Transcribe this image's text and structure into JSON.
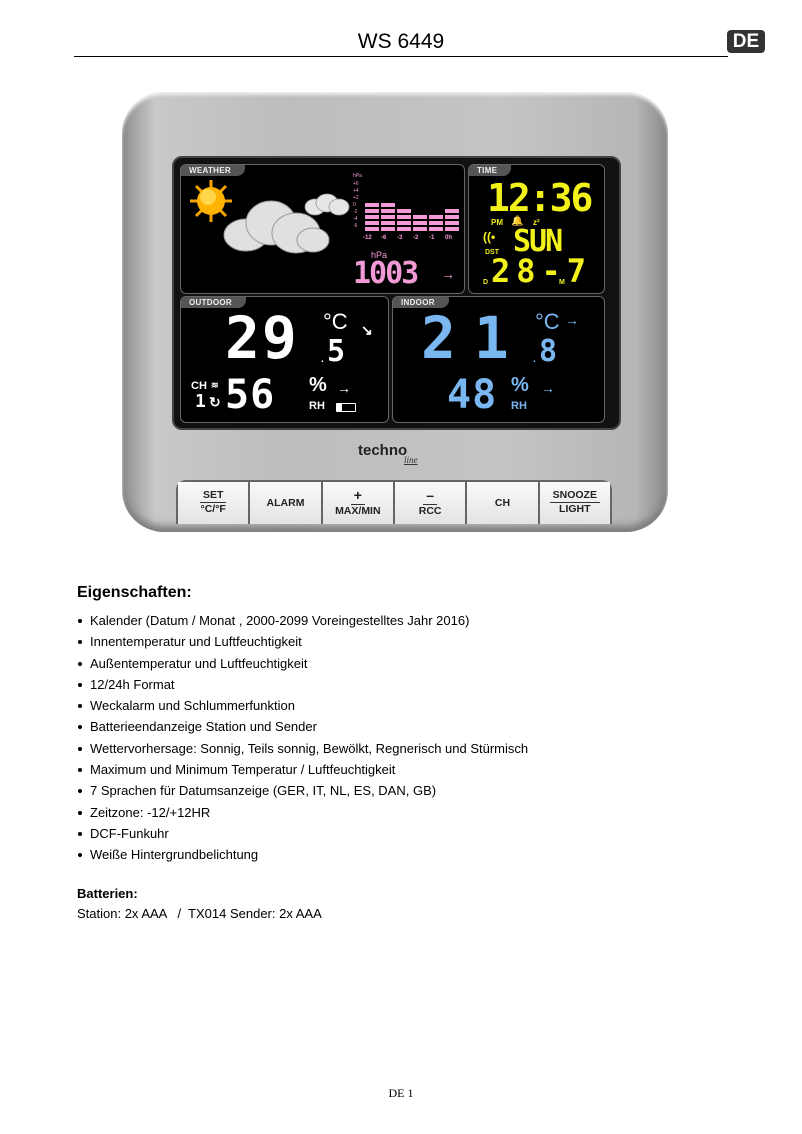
{
  "header": {
    "title": "WS 6449",
    "language_badge": "DE"
  },
  "device": {
    "brand": "techno",
    "brand_sub": "line",
    "weather": {
      "tab": "WEATHER",
      "forecast_icon": "partly-sunny-icon",
      "pressure_unit": "hPa",
      "pressure_value": "1003",
      "pressure_trend": "→",
      "history_graph": {
        "y_labels": [
          "hPa",
          "+6",
          "+4",
          "+2",
          "0",
          "-2",
          "-4",
          "-6"
        ],
        "x_labels": [
          "-12",
          "-6",
          "-3",
          "-2",
          "-1",
          "0h"
        ],
        "segments": [
          5,
          5,
          4,
          3,
          3,
          4
        ]
      }
    },
    "time": {
      "tab": "TIME",
      "clock": "12:36",
      "ampm": "PM",
      "alarm_icon": "alarm-bell-icon",
      "snooze": "z²",
      "dst": "DST",
      "day": "SUN",
      "date": "28-7",
      "day_marker": "D",
      "month_marker": "M"
    },
    "outdoor": {
      "tab": "OUTDOOR",
      "temp_int": "29",
      "temp_dec": "5",
      "unit": "°C",
      "temp_trend": "↘",
      "channel_label": "CH",
      "channel": "1",
      "humidity": "56",
      "humidity_unit": "%",
      "rh": "RH",
      "humidity_trend": "→"
    },
    "indoor": {
      "tab": "INDOOR",
      "temp_int": "21",
      "temp_dec": "8",
      "unit": "°C",
      "temp_trend": "→",
      "humidity": "48",
      "humidity_unit": "%",
      "rh": "RH",
      "humidity_trend": "→"
    },
    "buttons": [
      {
        "top": "SET",
        "bottom": "°C/°F"
      },
      {
        "top": "",
        "bottom": "ALARM"
      },
      {
        "top": "+",
        "bottom": "MAX/MIN"
      },
      {
        "top": "–",
        "bottom": "RCC"
      },
      {
        "top": "",
        "bottom": "CH"
      },
      {
        "top": "SNOOZE",
        "bottom": "LIGHT"
      }
    ]
  },
  "features": {
    "title": "Eigenschaften:",
    "items": [
      "Kalender (Datum / Monat , 2000-2099 Voreingestelltes Jahr 2016)",
      "Innentemperatur und Luftfeuchtigkeit",
      "Außentemperatur und Luftfeuchtigkeit",
      "12/24h Format",
      "Weckalarm und Schlummerfunktion",
      "Batterieendanzeige Station und Sender",
      "Wettervorhersage: Sonnig, Teils sonnig, Bewölkt, Regnerisch und Stürmisch",
      "Maximum und Minimum Temperatur / Luftfeuchtigkeit",
      "7 Sprachen für Datumsanzeige (GER, IT, NL, ES, DAN, GB)",
      "Zeitzone: -12/+12HR",
      "DCF-Funkuhr",
      "Weiße Hintergrundbelichtung"
    ]
  },
  "batteries": {
    "title": "Batterien:",
    "text": "Station: 2x AAA   /  TX014 Sender: 2x AAA"
  },
  "footer": {
    "page": "DE 1"
  },
  "colors": {
    "pressure": "#f19ad6",
    "time": "#f2f21a",
    "outdoor": "#ffffff",
    "indoor": "#7ab6f0"
  }
}
